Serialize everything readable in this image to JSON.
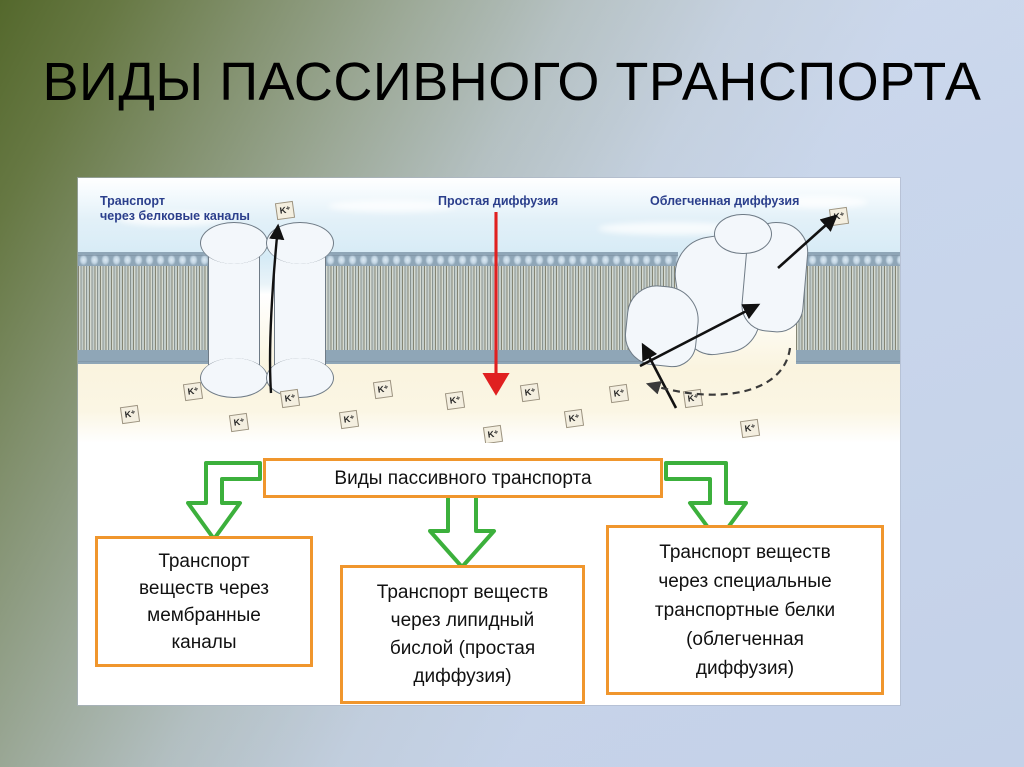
{
  "slide": {
    "title": "ВИДЫ ПАССИВНОГО ТРАНСПОРТА",
    "background_gradient_from": "#546c2c",
    "background_gradient_to": "#c6d3ea"
  },
  "figure": {
    "labels": {
      "channels": "Транспорт\nчерез белковые каналы",
      "simple_diffusion": "Простая диффузия",
      "facilitated_diffusion": "Облегченная диффузия"
    },
    "label_color": "#2b3f8c",
    "ion_symbol": "K⁺",
    "ion_count_outside": 2,
    "ion_count_inside": 13,
    "arrow_colors": {
      "simple_diffusion": "#e02020",
      "protein_pointer": "#111111",
      "carrier_return": "#3a3a3a"
    },
    "regions": {
      "extracellular": "#d6ebf6",
      "cytoplasm": "#faf4df",
      "lipid_head": "#c3d6e4",
      "lipid_tail": "#cbb878",
      "protein_fill": "#f3f7fb",
      "protein_stroke": "#6f7b86"
    }
  },
  "flowchart": {
    "box_border_color": "#f0962d",
    "arrow_color": "#3cb03c",
    "root": {
      "label": "Виды пассивного транспорта"
    },
    "branches": [
      {
        "id": "membrane-channels",
        "label": "Транспорт\nвеществ через\nмембранные\nканалы"
      },
      {
        "id": "lipid-bilayer",
        "label": "Транспорт веществ\nчерез липидный\nбислой (простая\nдиффузия)"
      },
      {
        "id": "transport-proteins",
        "label": "Транспорт веществ\nчерез специальные\nтранспортные белки\n(облегченная\nдиффузия)"
      }
    ]
  }
}
